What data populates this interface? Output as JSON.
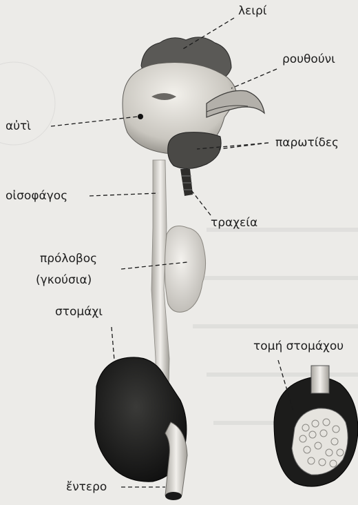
{
  "labels": {
    "comb": "λειρί",
    "nostril": "ρουθούνι",
    "ear": "αὐτὶ",
    "parotids": "παρωτίδες",
    "esophagus": "οἰσοφάγος",
    "trachea": "τραχεία",
    "crop_line1": "πρόλοβος",
    "crop_line2": "(γκούσια)",
    "stomach": "στομάχι",
    "stomach_section": "τομή στομάχου",
    "intestine": "ἔντερο"
  }
}
